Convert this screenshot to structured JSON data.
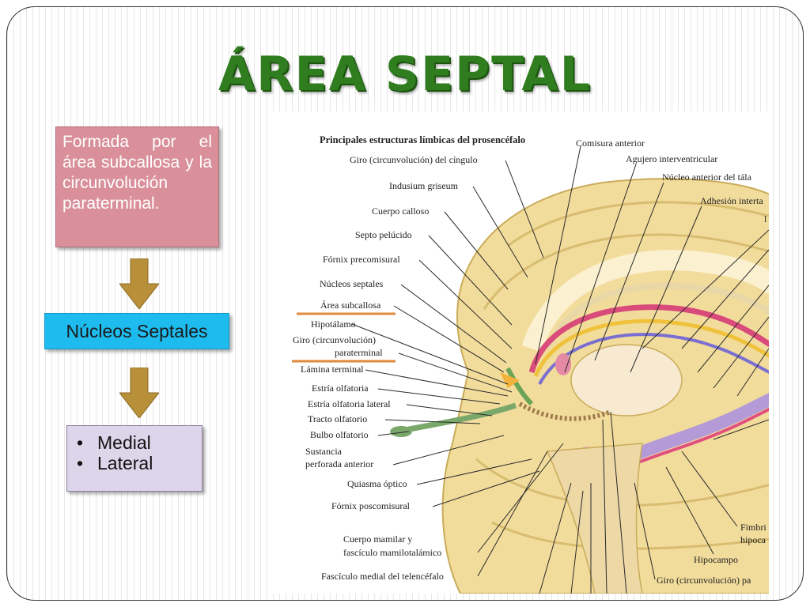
{
  "slide": {
    "title": "ÁREA SEPTAL",
    "box1_text": "Formada por el área subcallosa y la circunvolución paraterminal.",
    "box2_text": "Núcleos Septales",
    "list_items": [
      "Medial",
      "Lateral"
    ]
  },
  "figure": {
    "title": "Principales estructuras límbicas del prosencéfalo",
    "left_labels": [
      "Giro (circunvolución) del cíngulo",
      "Indusium griseum",
      "Cuerpo calloso",
      "Septo pelúcido",
      "Fórnix precomisural",
      "Núcleos septales",
      "Área subcallosa",
      "Hipotálamo",
      "Giro (circunvolución)",
      "paraterminal",
      "Lámina terminal",
      "Estría olfatoria",
      "Estría olfatoria lateral",
      "Tracto olfatorio",
      "Bulbo olfatorio",
      "Sustancia",
      "perforada anterior",
      "Quiasma óptico",
      "Fórnix poscomisural",
      "Cuerpo mamilar y",
      "fascículo mamilotalámico",
      "Fascículo medial del telencéfalo"
    ],
    "right_labels": [
      "Comisura anterior",
      "Agujero interventricular",
      "Núcleo anterior del tála",
      "Adhesión interta",
      "l",
      "Fimbri",
      "hipoca",
      "Hipocampo",
      "Giro (circunvolución) pa"
    ],
    "highlight_color": "#e08a3c"
  }
}
